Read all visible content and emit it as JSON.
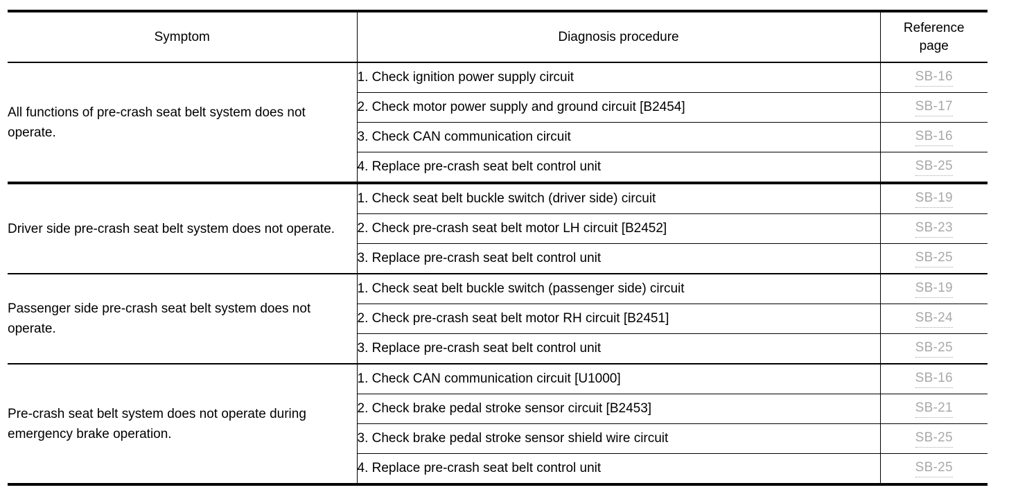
{
  "table": {
    "headers": {
      "symptom": "Symptom",
      "procedure": "Diagnosis procedure",
      "reference_line1": "Reference",
      "reference_line2": "page"
    },
    "groups": [
      {
        "symptom": "All functions of pre-crash seat belt system does not operate.",
        "rows": [
          {
            "step": "1. Check ignition power supply circuit",
            "ref": "SB-16"
          },
          {
            "step": "2. Check motor power supply and ground circuit [B2454]",
            "ref": "SB-17"
          },
          {
            "step": "3. Check CAN communication circuit",
            "ref": "SB-16"
          },
          {
            "step": "4. Replace pre-crash seat belt control unit",
            "ref": "SB-25"
          }
        ]
      },
      {
        "symptom": "Driver side pre-crash seat belt system does not operate.",
        "rows": [
          {
            "step": "1. Check seat belt buckle switch (driver side) circuit",
            "ref": "SB-19"
          },
          {
            "step": "2. Check pre-crash seat belt motor LH circuit [B2452]",
            "ref": "SB-23"
          },
          {
            "step": "3. Replace pre-crash seat belt control unit",
            "ref": "SB-25"
          }
        ]
      },
      {
        "symptom": "Passenger side pre-crash seat belt system does not operate.",
        "rows": [
          {
            "step": "1. Check seat belt buckle switch (passenger side) circuit",
            "ref": "SB-19"
          },
          {
            "step": "2. Check pre-crash seat belt motor RH circuit [B2451]",
            "ref": "SB-24"
          },
          {
            "step": "3. Replace pre-crash seat belt control unit",
            "ref": "SB-25"
          }
        ]
      },
      {
        "symptom": "Pre-crash seat belt system does not operate during emergency brake operation.",
        "rows": [
          {
            "step": "1. Check CAN communication circuit [U1000]",
            "ref": "SB-16"
          },
          {
            "step": "2. Check brake pedal stroke sensor circuit [B2453]",
            "ref": "SB-21"
          },
          {
            "step": "3. Check brake pedal stroke sensor shield wire circuit",
            "ref": "SB-25"
          },
          {
            "step": "4. Replace pre-crash seat belt control unit",
            "ref": "SB-25"
          }
        ]
      }
    ]
  },
  "colors": {
    "rule": "#000000",
    "text": "#000000",
    "reference_link": "#a8a8a8",
    "background": "#ffffff"
  }
}
